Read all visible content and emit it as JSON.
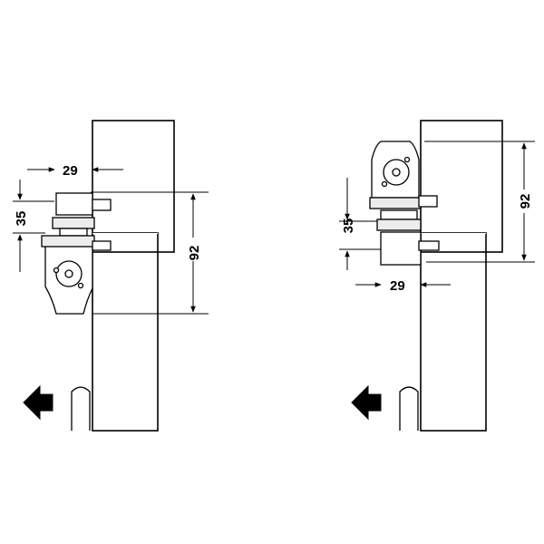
{
  "left_view": {
    "dim_horizontal": "29",
    "dim_vertical_small": "35",
    "dim_vertical_large": "92"
  },
  "right_view": {
    "dim_horizontal": "29",
    "dim_vertical_small": "35",
    "dim_vertical_large": "92"
  },
  "icons": {
    "direction_arrow": "left-arrow-icon",
    "door_closer_body": "door-closer-icon"
  }
}
